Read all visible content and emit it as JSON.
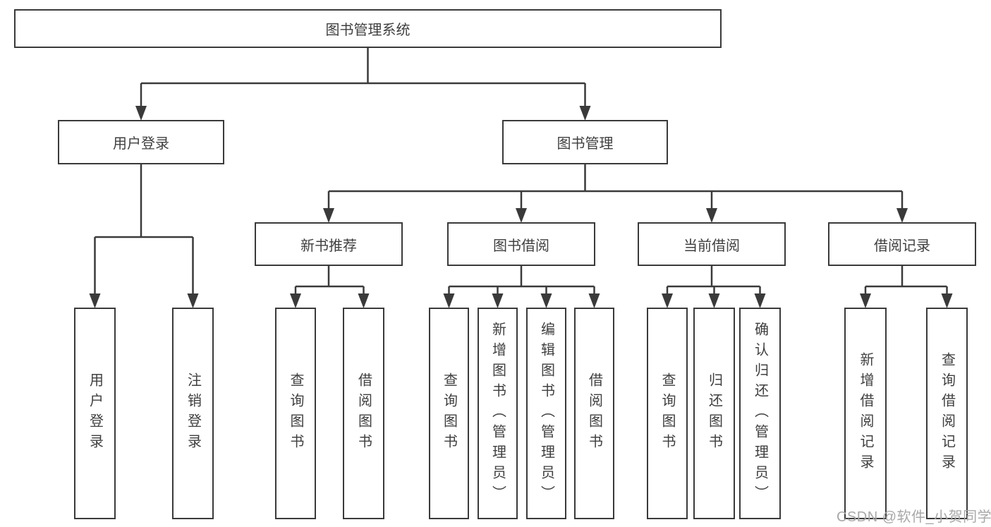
{
  "tree": {
    "label": "图书管理系统",
    "children": [
      {
        "label": "用户登录",
        "children": [
          {
            "label": "用户登录"
          },
          {
            "label": "注销登录"
          }
        ]
      },
      {
        "label": "图书管理",
        "children": [
          {
            "label": "新书推荐",
            "children": [
              {
                "label": "查询图书"
              },
              {
                "label": "借阅图书"
              }
            ]
          },
          {
            "label": "图书借阅",
            "children": [
              {
                "label": "查询图书"
              },
              {
                "label": "新增图书（管理员）"
              },
              {
                "label": "编辑图书（管理员）"
              },
              {
                "label": "借阅图书"
              }
            ]
          },
          {
            "label": "当前借阅",
            "children": [
              {
                "label": "查询图书"
              },
              {
                "label": "归还图书"
              },
              {
                "label": "确认归还（管理员）"
              }
            ]
          },
          {
            "label": "借阅记录",
            "children": [
              {
                "label": "新增借阅记录"
              },
              {
                "label": "查询借阅记录"
              }
            ]
          }
        ]
      }
    ]
  },
  "watermark": {
    "text": "CSDN @软件_小贺同学"
  },
  "colors": {
    "line": "#3a3a3a",
    "text": "#3f3f3f",
    "watermark": "#a8a8a8",
    "background": "#ffffff"
  }
}
